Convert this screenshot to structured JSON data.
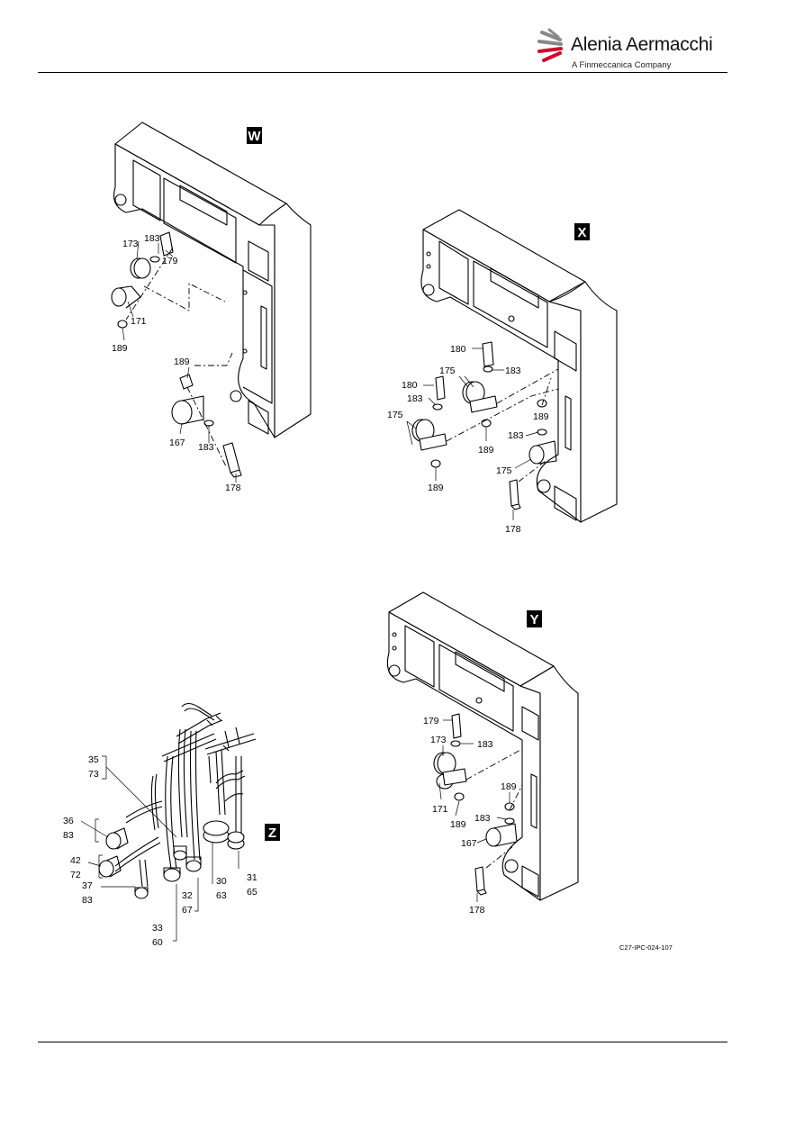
{
  "header": {
    "company": "Alenia Aermacchi",
    "tagline": "A Finmeccanica Company",
    "brand_color": "#c8102e"
  },
  "views": {
    "w": {
      "tag": "W",
      "callouts": [
        {
          "label": "173"
        },
        {
          "label": "183"
        },
        {
          "label": "179"
        },
        {
          "label": "171"
        },
        {
          "label": "189"
        },
        {
          "label": "189"
        },
        {
          "label": "167"
        },
        {
          "label": "183"
        },
        {
          "label": "178"
        }
      ]
    },
    "x": {
      "tag": "X",
      "callouts": [
        {
          "label": "180"
        },
        {
          "label": "175"
        },
        {
          "label": "183"
        },
        {
          "label": "180"
        },
        {
          "label": "183"
        },
        {
          "label": "175"
        },
        {
          "label": "189"
        },
        {
          "label": "183"
        },
        {
          "label": "189"
        },
        {
          "label": "175"
        },
        {
          "label": "189"
        },
        {
          "label": "178"
        }
      ]
    },
    "y": {
      "tag": "Y",
      "callouts": [
        {
          "label": "179"
        },
        {
          "label": "173"
        },
        {
          "label": "183"
        },
        {
          "label": "189"
        },
        {
          "label": "171"
        },
        {
          "label": "189"
        },
        {
          "label": "183"
        },
        {
          "label": "167"
        },
        {
          "label": "178"
        }
      ]
    },
    "z": {
      "tag": "Z",
      "callouts": [
        {
          "label": "35"
        },
        {
          "label": "73"
        },
        {
          "label": "36"
        },
        {
          "label": "83"
        },
        {
          "label": "42"
        },
        {
          "label": "72"
        },
        {
          "label": "37"
        },
        {
          "label": "83"
        },
        {
          "label": "32"
        },
        {
          "label": "67"
        },
        {
          "label": "30"
        },
        {
          "label": "63"
        },
        {
          "label": "31"
        },
        {
          "label": "65"
        },
        {
          "label": "33"
        },
        {
          "label": "60"
        }
      ]
    }
  },
  "figure_ref": "C27-IPC-024-107"
}
